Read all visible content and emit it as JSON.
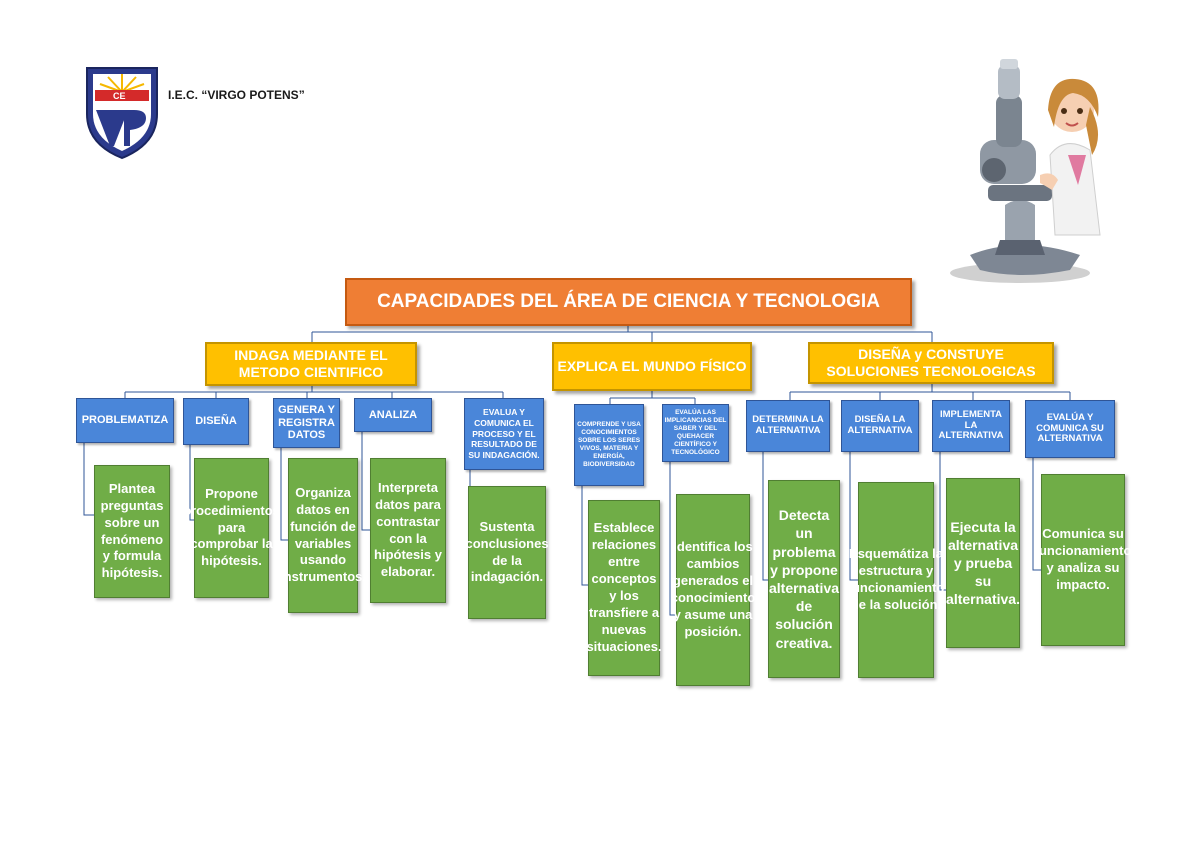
{
  "header": {
    "school_name": "I.E.C. “VIRGO POTENS”",
    "logo_letters": "CE",
    "logo_monogram": "VP"
  },
  "title": "CAPACIDADES DEL ÁREA DE CIENCIA Y TECNOLOGIA",
  "competencias": [
    {
      "label": "INDAGA MEDIANTE EL METODO CIENTIFICO",
      "capacidades": [
        {
          "label": "PROBLEMATIZA",
          "descripcion": "Plantea preguntas sobre un fenómeno y formula hipótesis."
        },
        {
          "label": "DISEÑA",
          "descripcion": "Propone procedimientos para comprobar la hipótesis."
        },
        {
          "label": "GENERA Y REGISTRA DATOS",
          "descripcion": "Organiza datos en función de variables usando instrumentos."
        },
        {
          "label": "ANALIZA",
          "descripcion": "Interpreta datos para contrastar con la hipótesis y elaborar."
        },
        {
          "label": "EVALUA Y COMUNICA EL PROCESO Y EL RESULTADO DE SU INDAGACIÓN.",
          "descripcion": "Sustenta conclusiones de la indagación."
        }
      ]
    },
    {
      "label": "EXPLICA EL MUNDO FÍSICO",
      "capacidades": [
        {
          "label": "COMPRENDE Y USA CONOCIMIENTOS SOBRE LOS SERES VIVOS, MATERIA Y ENERGÍA, BIODIVERSIDAD",
          "descripcion": "Establece relaciones entre conceptos y los transfiere a nuevas situaciones."
        },
        {
          "label": "EVALÚA LAS IMPLICANCIAS DEL SABER Y DEL QUEHACER CIENTÍFICO Y TECNOLÓGICO",
          "descripcion": "Identifica los cambios generados el conocimiento y asume una posición."
        }
      ]
    },
    {
      "label": "DISEÑA y CONSTUYE SOLUCIONES TECNOLOGICAS",
      "capacidades": [
        {
          "label": "DETERMINA LA ALTERNATIVA",
          "descripcion": "Detecta un problema y propone alternativa de solución creativa."
        },
        {
          "label": "DISEÑA LA ALTERNATIVA",
          "descripcion": "Esquemátiza la estructura y funcionamiento de la solución."
        },
        {
          "label": "IMPLEMENTA LA ALTERNATIVA",
          "descripcion": "Ejecuta la alternativa y prueba su alternativa."
        },
        {
          "label": "EVALÚA Y COMUNICA SU ALTERNATIVA",
          "descripcion": "Comunica su funcionamiento y analiza su impacto."
        }
      ]
    }
  ],
  "colors": {
    "title_bg": "#ef7e34",
    "competencia_bg": "#ffc000",
    "capacidad_bg": "#4a86d9",
    "descripcion_bg": "#70ad47",
    "connector": "#2f5597"
  }
}
